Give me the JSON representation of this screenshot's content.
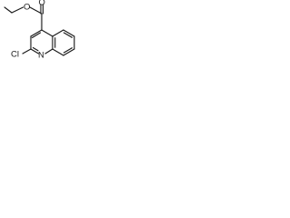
{
  "molecule": {
    "atoms": {
      "carbonyl_oxygen": "O",
      "ester_oxygen": "O",
      "chlorine": "Cl",
      "ring_nitrogen": "N"
    }
  }
}
